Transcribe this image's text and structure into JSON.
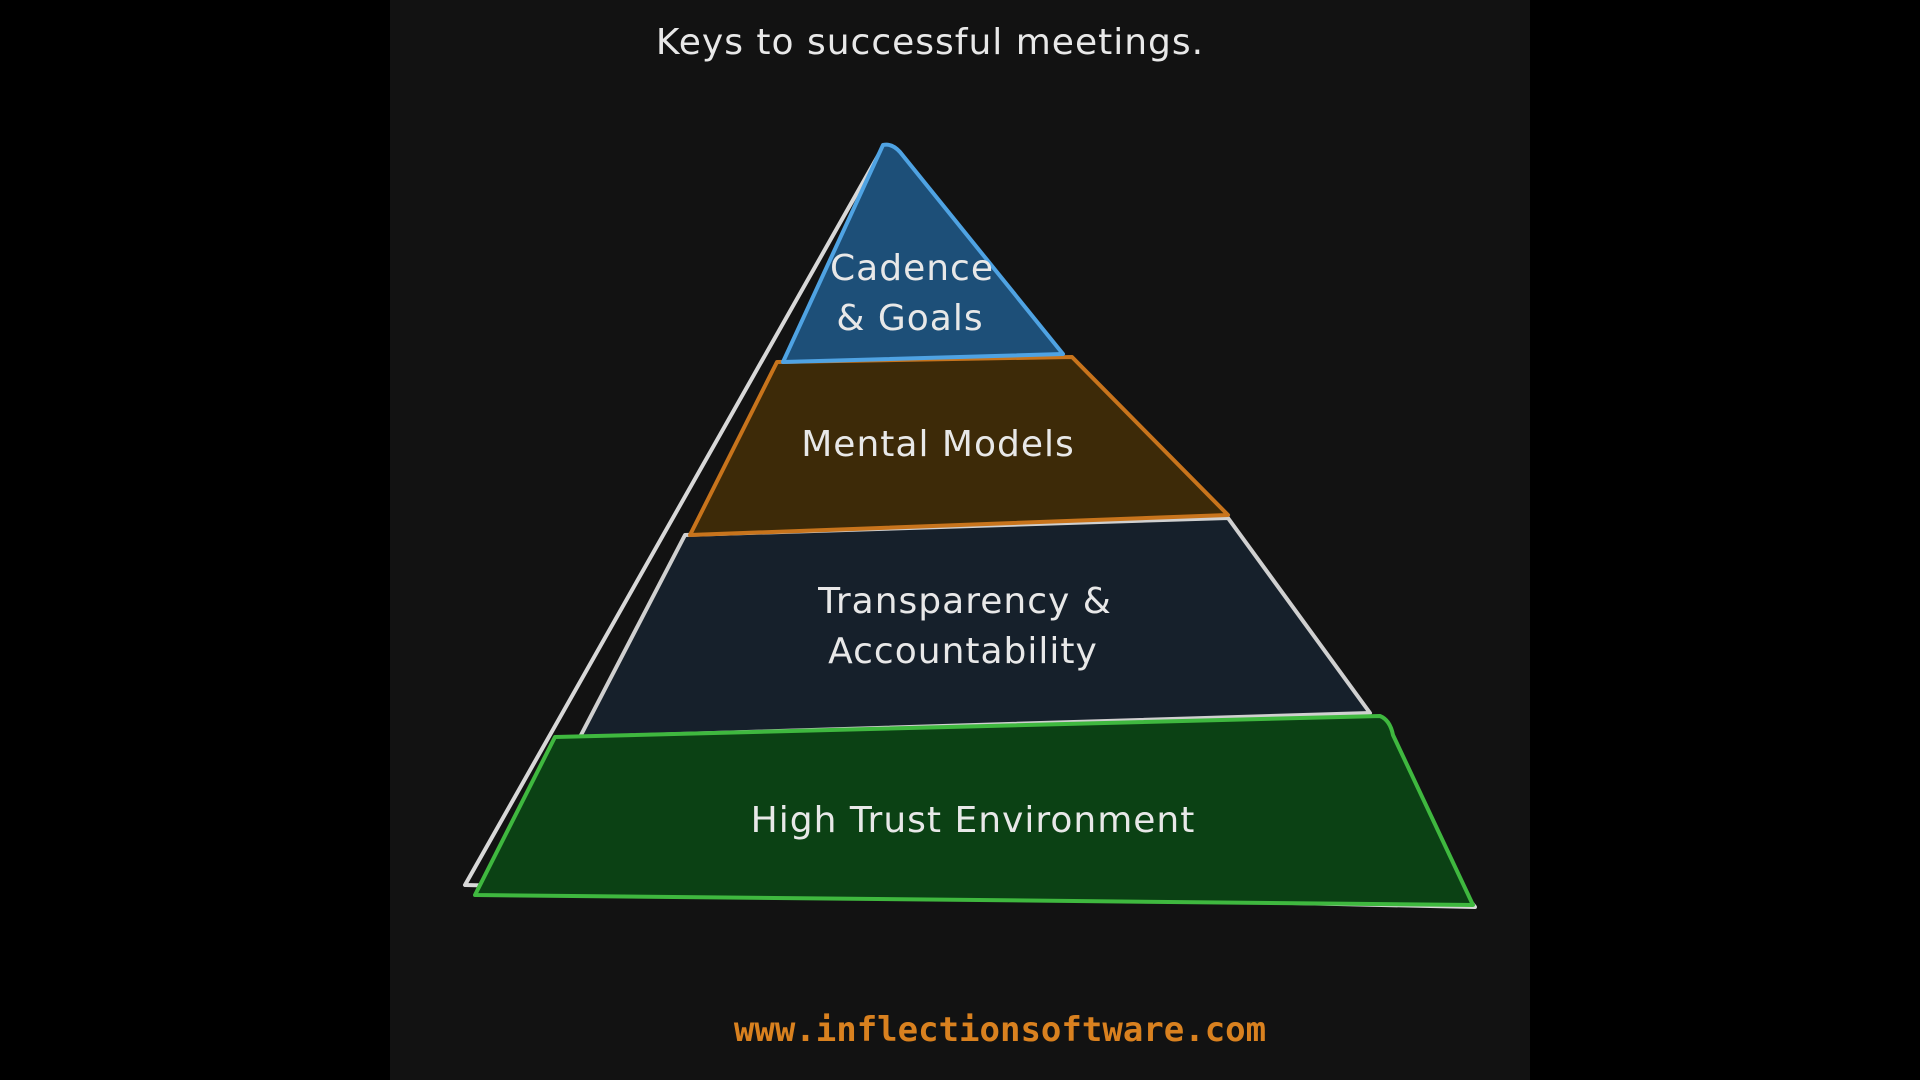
{
  "title": "Keys to successful meetings.",
  "layers": [
    {
      "label_lines": [
        "Cadence",
        "& Goals"
      ],
      "fill": "#1d4f78",
      "stroke": "#4fa3e3"
    },
    {
      "label_lines": [
        "Mental Models"
      ],
      "fill": "#3d2a08",
      "stroke": "#c8741c"
    },
    {
      "label_lines": [
        "Transparency &",
        "Accountability"
      ],
      "fill": "#16202b",
      "stroke": "#d0d0d0"
    },
    {
      "label_lines": [
        "High Trust Environment"
      ],
      "fill": "#0b4114",
      "stroke": "#3fb83f"
    }
  ],
  "footer": "www.inflectionsoftware.com"
}
